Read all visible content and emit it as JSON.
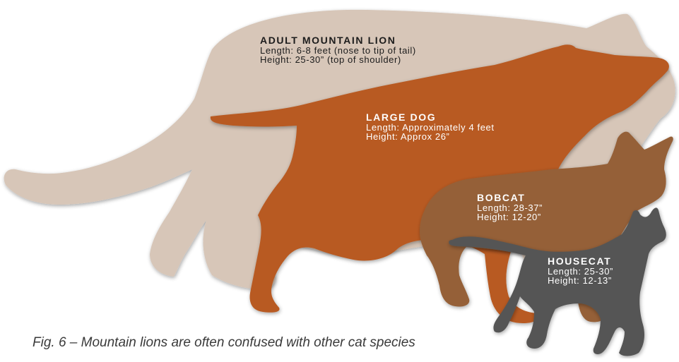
{
  "animals": [
    {
      "key": "lion",
      "name": "ADULT MOUNTAIN LION",
      "length": "Length: 6-8 feet (nose to tip of tail)",
      "height": "Height: 25-30” (top of shoulder)",
      "color": "#d7c6b8"
    },
    {
      "key": "dog",
      "name": "LARGE DOG",
      "length": "Length: Approximately 4 feet",
      "height": "Height: Approx 26”",
      "color": "#b85a22"
    },
    {
      "key": "bobcat",
      "name": "BOBCAT",
      "length": "Length: 28-37”",
      "height": "Height: 12-20”",
      "color": "#956037"
    },
    {
      "key": "housecat",
      "name": "HOUSECAT",
      "length": "Length: 25-30”",
      "height": "Height: 12-13”",
      "color": "#555555"
    }
  ],
  "caption": "Fig. 6 – Mountain lions are often confused with other cat species"
}
